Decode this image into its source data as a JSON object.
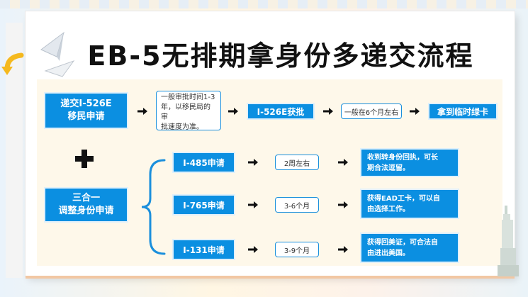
{
  "title": "EB-5无排期拿身份多递交流程",
  "row1": {
    "step1": [
      "递交I-526E",
      "移民申请"
    ],
    "note1": [
      "一般审批时间1-3",
      "年，以移民局的审",
      "批速度为准。"
    ],
    "step2": "I-526E获批",
    "note2": "一般在6个月左右",
    "step3": "拿到临时绿卡"
  },
  "combo": [
    "三合一",
    "调整身份申请"
  ],
  "branches": [
    {
      "form": "I-485申请",
      "time": "2周左右",
      "result": [
        "收到转身份回执，可长",
        "期合法逗留。"
      ]
    },
    {
      "form": "I-765申请",
      "time": "3-6个月",
      "result": [
        "获得EAD工卡，可以自",
        "由选择工作。"
      ]
    },
    {
      "form": "I-131申请",
      "time": "3-9个月",
      "result": [
        "获得回美证，可合法自",
        "由进出美国。"
      ]
    }
  ]
}
